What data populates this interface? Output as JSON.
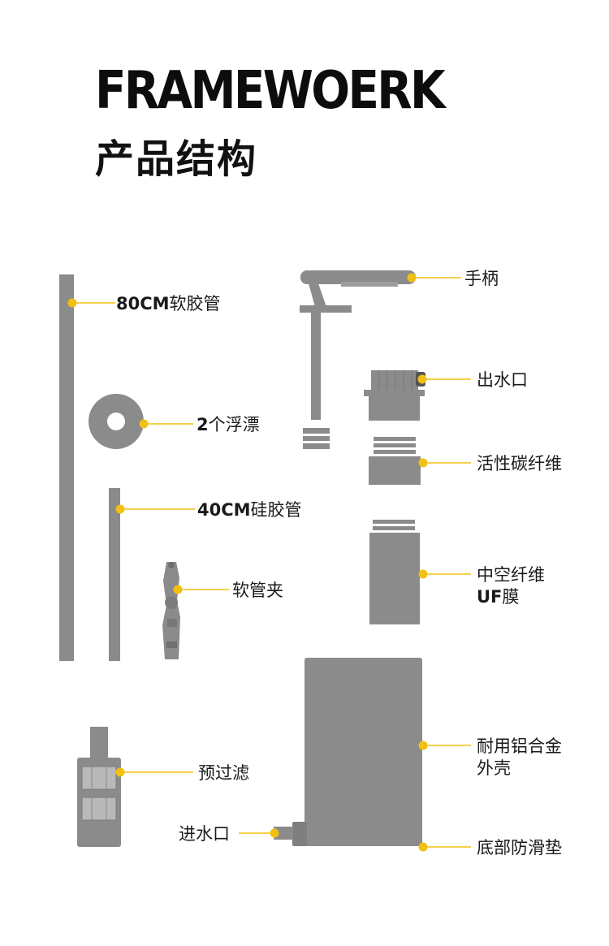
{
  "header": {
    "title_en": "FRAMEWOERK",
    "title_cn": "产品结构"
  },
  "colors": {
    "part_gray": "#8b8b8b",
    "part_dark": "#6f6f6f",
    "accent_dot": "#f2c012",
    "leader_line": "#f2c012"
  },
  "labels": {
    "hose80_bold": "80CM",
    "hose80_text": "软胶管",
    "float_bold": "2",
    "float_text": "个浮漂",
    "hose40_bold": "40CM",
    "hose40_text": "硅胶管",
    "clamp": "软管夹",
    "prefilter": "预过滤",
    "inlet": "进水口",
    "handle": "手柄",
    "outlet": "出水口",
    "carbon": "活性碳纤维",
    "uf_line1": "中空纤维",
    "uf_bold": "UF",
    "uf_text": "膜",
    "shell_line1": "耐用铝合金",
    "shell_line2": "外壳",
    "pad": "底部防滑垫"
  }
}
